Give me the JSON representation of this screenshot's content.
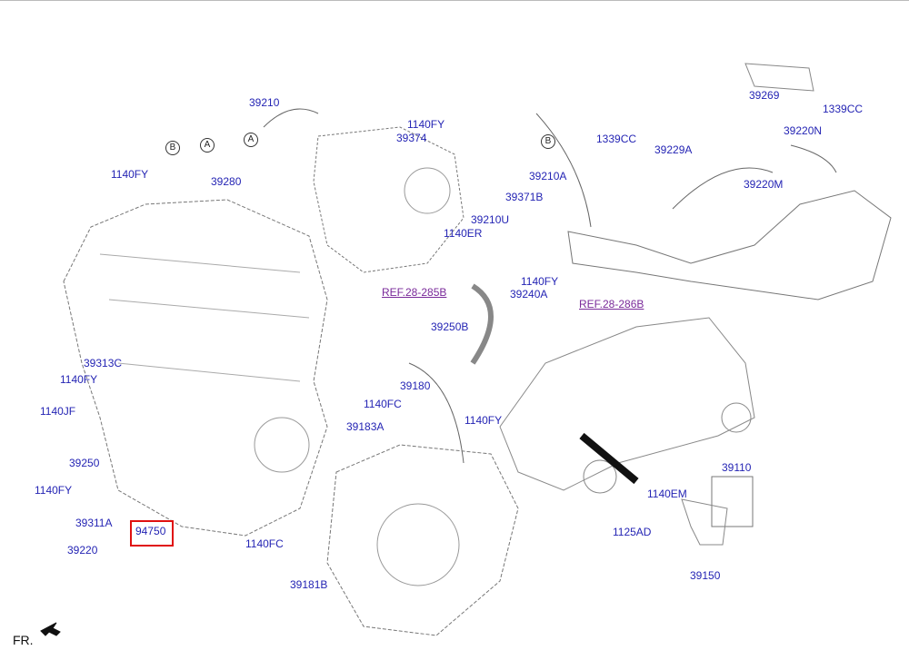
{
  "diagram": {
    "callouts": {
      "ref_a": "A",
      "ref_b": "B",
      "c39210": "39210",
      "c39280": "39280",
      "c1140fy_1": "1140FY",
      "c1140fy_2": "1140FY",
      "c39374": "39374",
      "c39371b": "39371B",
      "c39210u": "39210U",
      "c1140er": "1140ER",
      "c1140fy_3": "1140FY",
      "c39240a": "39240A",
      "c39250b": "39250B",
      "c39210a": "39210A",
      "c1339cc_1": "1339CC",
      "c39229a": "39229A",
      "c39269": "39269",
      "c1339cc_2": "1339CC",
      "c39220n": "39220N",
      "c39220m": "39220M",
      "c39313c": "39313C",
      "c1140fy_4": "1140FY",
      "c1140jf": "1140JF",
      "c39250": "39250",
      "c1140fy_5": "1140FY",
      "c39311a": "39311A",
      "c39220": "39220",
      "c94750": "94750",
      "c39180": "39180",
      "c1140fc_1": "1140FC",
      "c39183a": "39183A",
      "c1140fy_6": "1140FY",
      "c39110": "39110",
      "c1140em": "1140EM",
      "c1125ad": "1125AD",
      "c39150": "39150",
      "c1140fc_2": "1140FC",
      "c39181b": "39181B"
    },
    "references": {
      "ref1": "REF.28-285B",
      "ref2": "REF.28-286B"
    },
    "highlighted_part": "94750",
    "orientation_label": "FR.",
    "colors": {
      "callout": "#2424b4",
      "reference": "#7a2a9a",
      "highlight": "#e01010"
    }
  }
}
